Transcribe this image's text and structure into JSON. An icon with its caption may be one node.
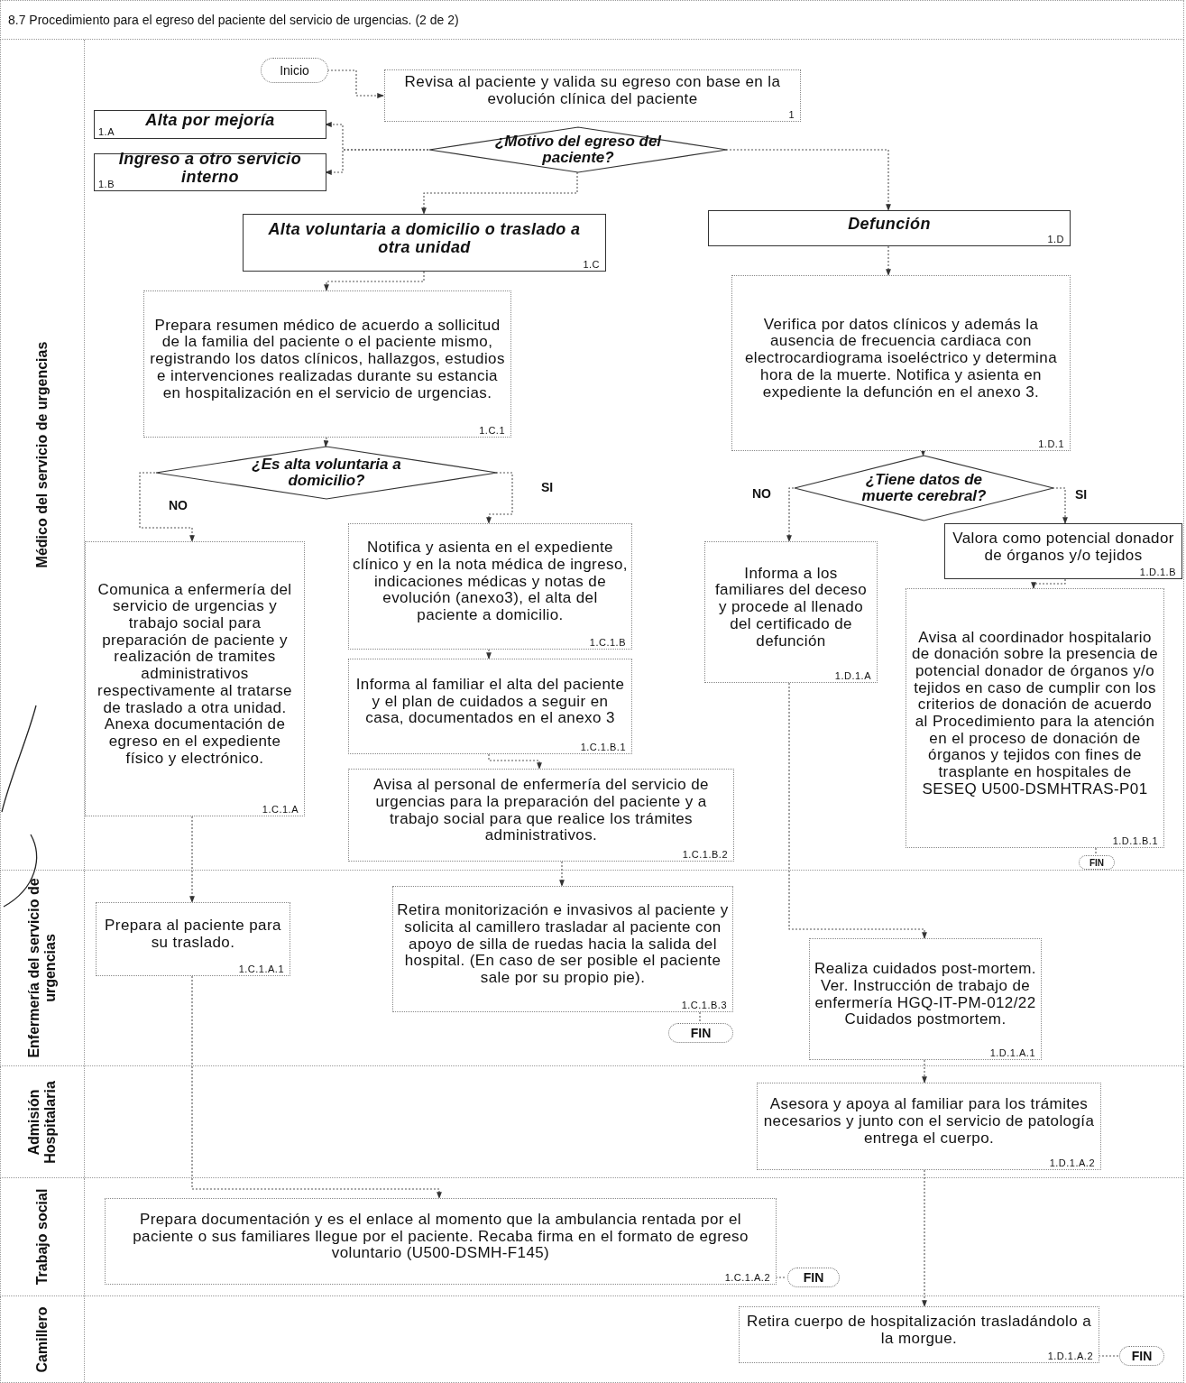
{
  "diagram": {
    "title": "8.7 Procedimiento para el egreso del paciente del servicio de urgencias. (2 de 2)",
    "nodes": [
      {
        "text": [
          "Médico del servicio de urgencias"
        ]
      },
      {
        "text": [
          "Enfermería del servicio de urgencias"
        ]
      },
      {
        "text": [
          "Admisión Hospitalaria"
        ]
      },
      {
        "text": [
          "Trabajo social"
        ]
      },
      {
        "text": [
          "Camillero"
        ]
      },
      {
        "text": [
          "Inicio"
        ],
        "in": 0
      },
      {
        "text": [
          "Revisa al paciente y valida su egreso con base en la evolución clínica del paciente",
          "1"
        ],
        "in": 0
      },
      {
        "text": [
          "Alta por mejoría",
          "1.A"
        ],
        "in": 0
      },
      {
        "text": [
          "Ingreso a otro servicio interno",
          "1.B"
        ],
        "in": 0
      },
      {
        "text": [
          "¿Motivo del egreso del paciente?"
        ],
        "in": 0
      },
      {
        "text": [
          "Alta voluntaria a domicilio o traslado a otra unidad",
          "1.C"
        ],
        "in": 0
      },
      {
        "text": [
          "Defunción",
          "1.D"
        ],
        "in": 0
      },
      {
        "text": [
          "Prepara resumen médico de acuerdo a sollicitud de la familia del paciente o el paciente mismo, registrando los datos clínicos, hallazgos, estudios e intervenciones realizadas durante su estancia en hospitalización en el servicio de urgencias.",
          "1.C.1"
        ],
        "in": 0
      },
      {
        "text": [
          "¿Es alta voluntaria a domicilio?"
        ],
        "in": 0
      },
      {
        "text": [
          "Comunica a enfermería del servicio de urgencias y trabajo social para preparación de paciente y realización de tramites administrativos respectivamente al tratarse de traslado a otra unidad. Anexa documentación de egreso en el expediente físico y electrónico.",
          "1.C.1.A"
        ],
        "in": 0
      },
      {
        "text": [
          "Notifica y asienta en el expediente clínico y en la nota médica de ingreso, indicaciones médicas y notas de evolución (anexo3), el alta del paciente a domicilio.",
          "1.C.1.B"
        ],
        "in": 0
      },
      {
        "text": [
          "Informa al familiar el alta del paciente y el plan de cuidados a seguir en casa, documentados en el anexo 3",
          "1.C.1.B.1"
        ],
        "in": 0
      },
      {
        "text": [
          "Avisa al personal de enfermería del servicio de urgencias para la preparación del paciente y a trabajo social para que realice los trámites administrativos.",
          "1.C.1.B.2"
        ],
        "in": 0
      },
      {
        "text": [
          "Verifica por datos clínicos y además la ausencia de frecuencia cardiaca con electrocardiograma isoeléctrico y determina hora de la muerte. Notifica y asienta en expediente la defunción en el anexo 3.",
          "1.D.1"
        ],
        "in": 0
      },
      {
        "text": [
          "¿Tiene datos de muerte cerebral?"
        ],
        "in": 0
      },
      {
        "text": [
          "Informa a los familiares del deceso y procede al llenado del certificado de defunción",
          "1.D.1.A"
        ],
        "in": 0
      },
      {
        "text": [
          "Valora como potencial donador de órganos y/o tejidos",
          "1.D.1.B"
        ],
        "in": 0
      },
      {
        "text": [
          "Avisa al coordinador hospitalario de donación sobre la presencia de potencial donador de órganos y/o tejidos en caso de cumplir con los criterios de donación de acuerdo al Procedimiento para la atención en el proceso de donación de órganos y tejidos con fines de trasplante en hospitales de SESEQ U500-DSMHTRAS-P01",
          "1.D.1.B.1"
        ],
        "in": 0
      },
      {
        "text": [
          "FIN"
        ],
        "in": 0
      },
      {
        "text": [
          "Prepara al paciente para su traslado.",
          "1.C.1.A.1"
        ],
        "in": 1
      },
      {
        "text": [
          "Retira monitorización e invasivos al paciente y solicita al camillero trasladar al paciente con apoyo de silla de ruedas hacia la salida del hospital. (En caso de ser posible el paciente sale por su propio pie).",
          "1.C.1.B.3"
        ],
        "in": 1
      },
      {
        "text": [
          "FIN"
        ],
        "in": 1
      },
      {
        "text": [
          "Realiza cuidados post-mortem. Ver. Instrucción de trabajo de enfermería HGQ-IT-PM-012/22 Cuidados postmortem.",
          "1.D.1.A.1"
        ],
        "in": 1
      },
      {
        "text": [
          "Asesora y apoya al familiar para los trámites necesarios y junto con el servicio de patología entrega el cuerpo.",
          "1.D.1.A.2"
        ],
        "in": 2
      },
      {
        "text": [
          "Prepara documentación y es el enlace al momento que la ambulancia rentada por el paciente o sus familiares llegue por el paciente. Recaba firma en el formato de egreso voluntario (U500-DSMH-F145)",
          "1.C.1.A.2"
        ],
        "in": 3
      },
      {
        "text": [
          "FIN"
        ],
        "in": 3
      },
      {
        "text": [
          "Retira cuerpo de hospitalización trasladándolo a la morgue.",
          "1.D.1.A.2"
        ],
        "in": 4
      },
      {
        "text": [
          "FIN"
        ],
        "in": 4
      }
    ],
    "edges": [
      {
        "from": 5,
        "to": 6,
        "arrow": "to"
      },
      {
        "from": 9,
        "to": 7,
        "arrow": "to"
      },
      {
        "from": 9,
        "to": 8,
        "arrow": "to"
      },
      {
        "from": 9,
        "to": 10,
        "arrow": "to"
      },
      {
        "from": 9,
        "to": 11,
        "arrow": "to"
      },
      {
        "from": 10,
        "to": 12,
        "arrow": "to"
      },
      {
        "from": 12,
        "to": 13,
        "arrow": "to"
      },
      {
        "from": 13,
        "to": 14,
        "arrow": "to",
        "label": "NO"
      },
      {
        "from": 13,
        "to": 15,
        "arrow": "to",
        "label": "SI"
      },
      {
        "from": 15,
        "to": 16,
        "arrow": "to"
      },
      {
        "from": 16,
        "to": 17,
        "arrow": "to"
      },
      {
        "from": 11,
        "to": 18,
        "arrow": "to"
      },
      {
        "from": 18,
        "to": 19,
        "arrow": "to"
      },
      {
        "from": 19,
        "to": 20,
        "arrow": "to",
        "label": "NO"
      },
      {
        "from": 19,
        "to": 21,
        "arrow": "to",
        "label": "SI"
      },
      {
        "from": 21,
        "to": 22,
        "arrow": "to"
      },
      {
        "from": 22,
        "to": 23,
        "arrow": "none"
      },
      {
        "from": 14,
        "to": 24,
        "arrow": "to"
      },
      {
        "from": 17,
        "to": 25,
        "arrow": "to"
      },
      {
        "from": 25,
        "to": 26,
        "arrow": "none"
      },
      {
        "from": 20,
        "to": 27,
        "arrow": "to"
      },
      {
        "from": 24,
        "to": 29,
        "arrow": "to"
      },
      {
        "from": 29,
        "to": 30,
        "arrow": "none"
      },
      {
        "from": 27,
        "to": 28,
        "arrow": "to"
      },
      {
        "from": 28,
        "to": 31,
        "arrow": "to"
      },
      {
        "from": 31,
        "to": 32,
        "arrow": "none"
      }
    ]
  }
}
